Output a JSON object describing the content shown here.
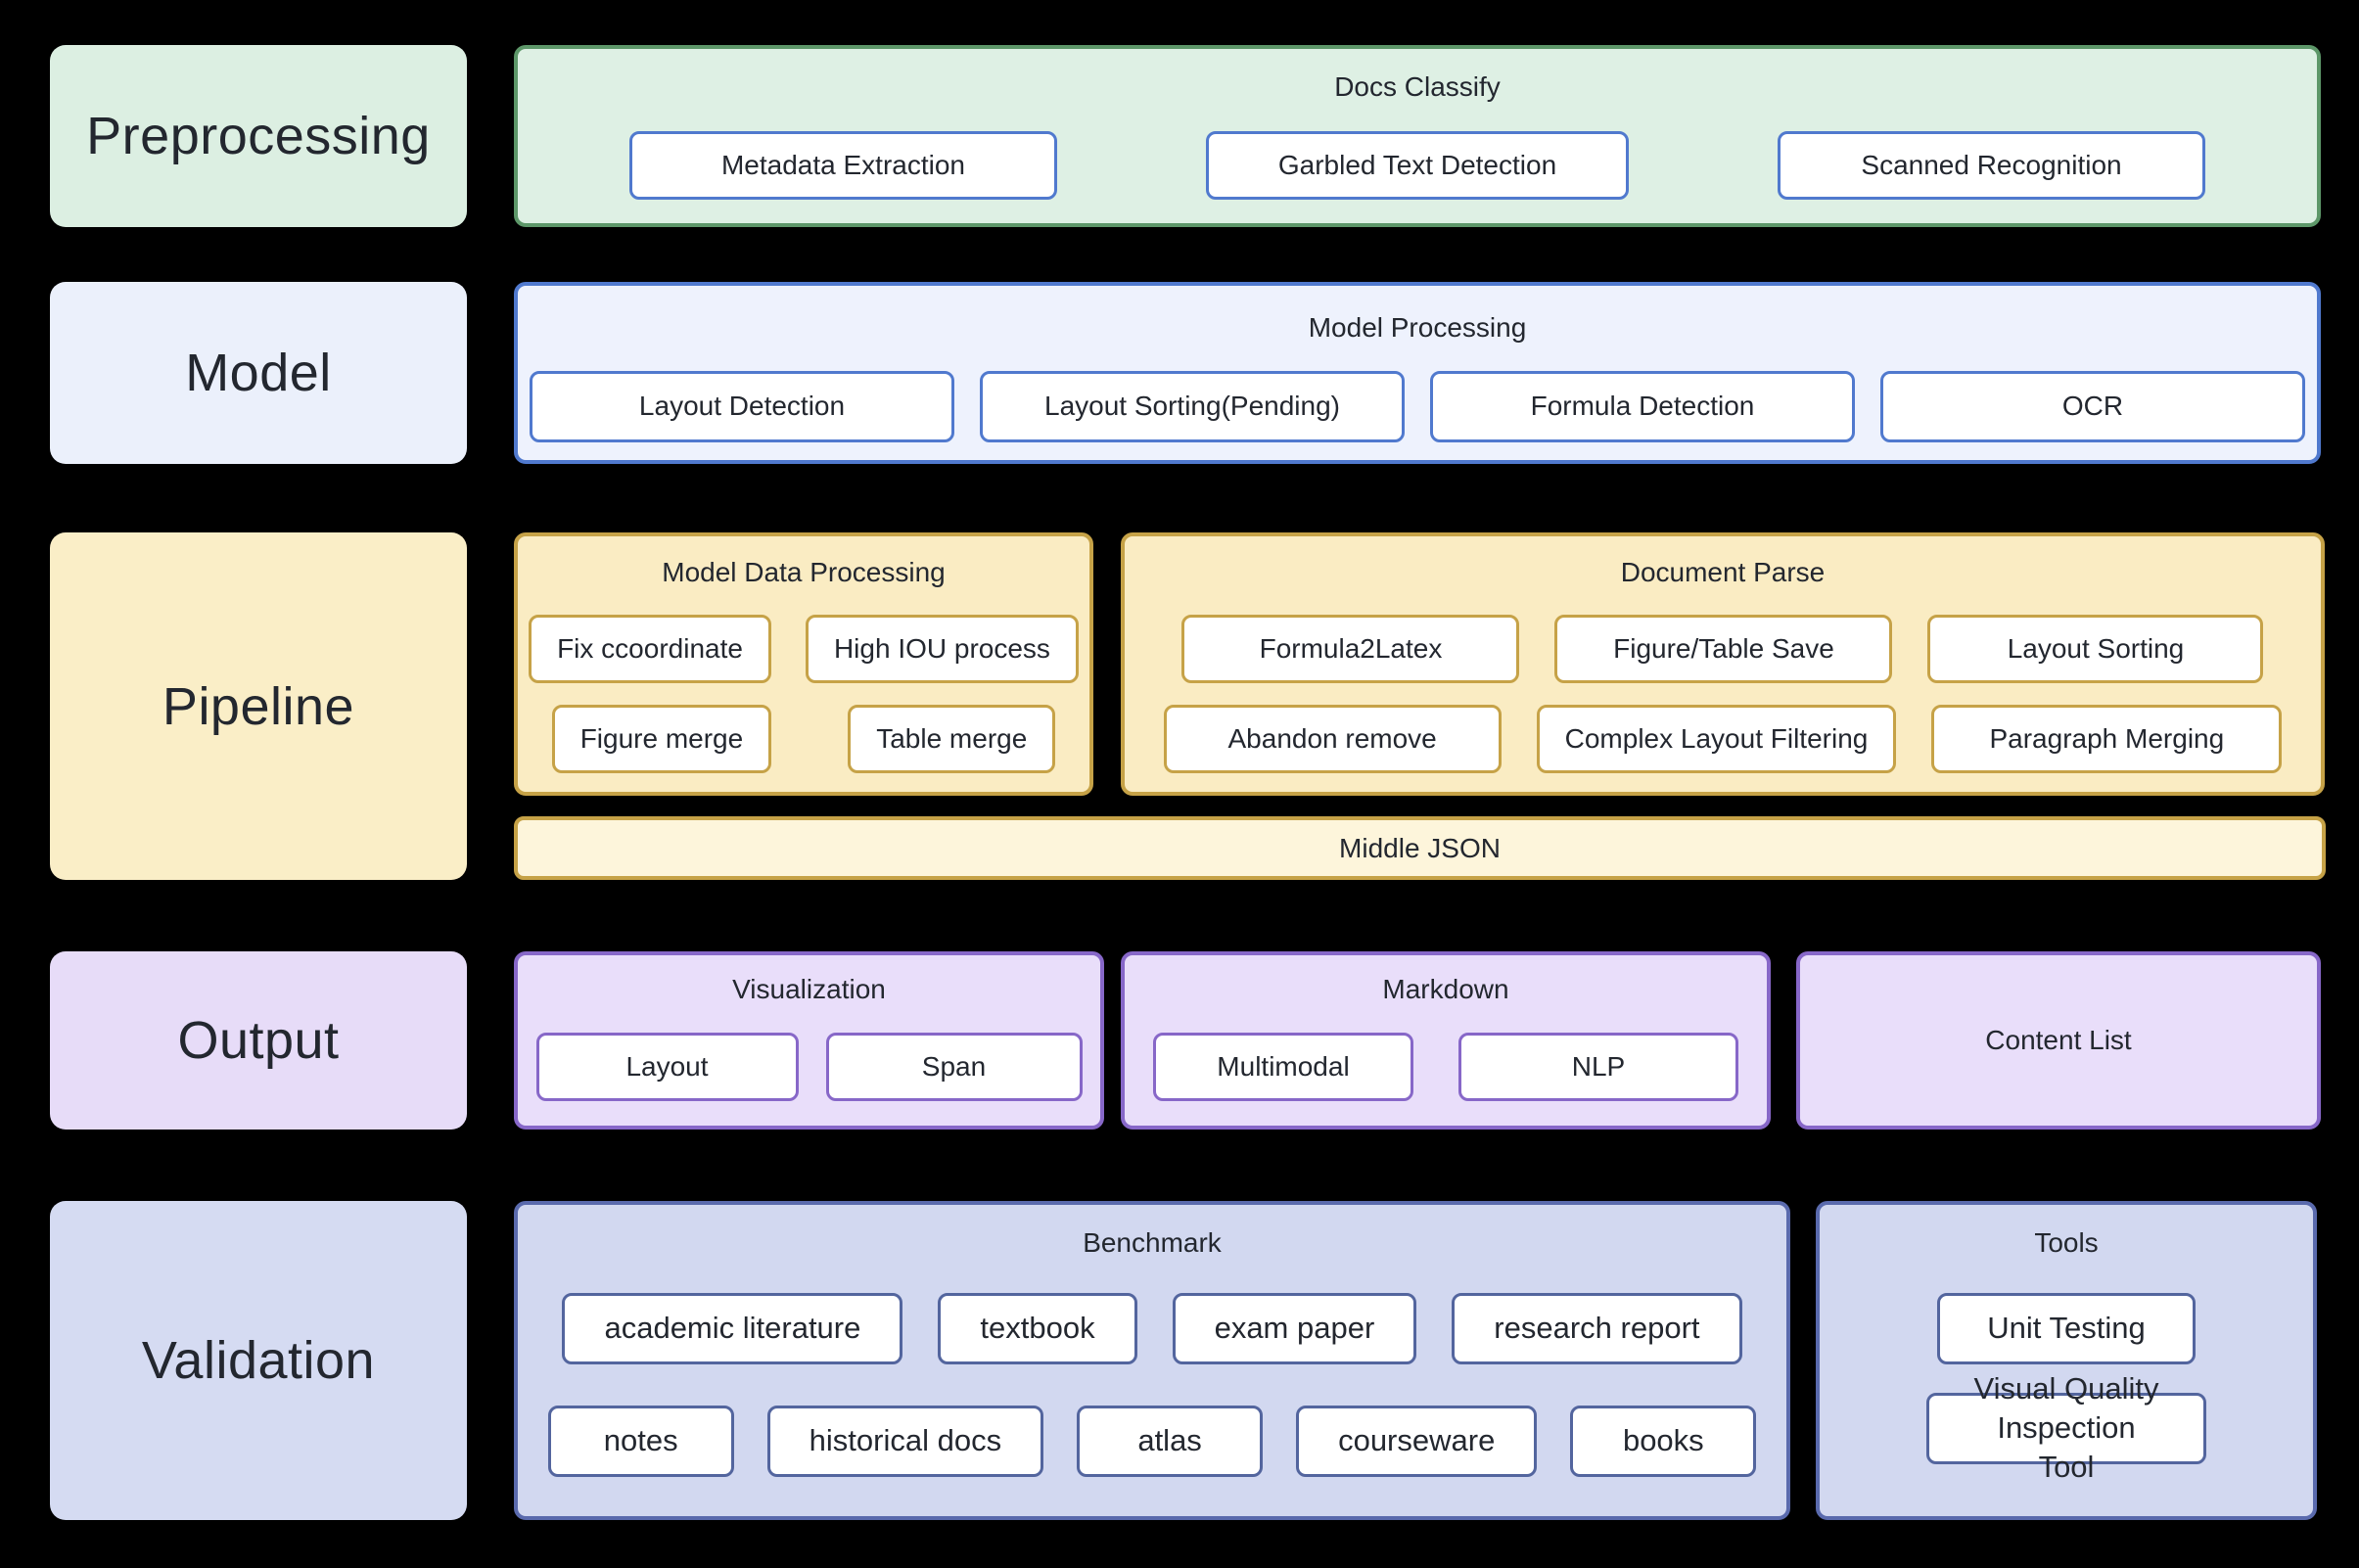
{
  "rows": [
    {
      "label": "Preprocessing",
      "panels": [
        {
          "title": "Docs Classify",
          "button_rows": [
            [
              "Metadata Extraction",
              "Garbled Text Detection",
              "Scanned Recognition"
            ]
          ]
        }
      ]
    },
    {
      "label": "Model",
      "panels": [
        {
          "title": "Model Processing",
          "button_rows": [
            [
              "Layout Detection",
              "Layout Sorting(Pending)",
              "Formula Detection",
              "OCR"
            ]
          ]
        }
      ]
    },
    {
      "label": "Pipeline",
      "panels": [
        {
          "title": "Model Data Processing",
          "button_rows": [
            [
              "Fix ccoordinate",
              "High IOU process"
            ],
            [
              "Figure merge",
              "Table merge"
            ]
          ]
        },
        {
          "title": "Document Parse",
          "button_rows": [
            [
              "Formula2Latex",
              "Figure/Table Save",
              "Layout Sorting"
            ],
            [
              "Abandon remove",
              "Complex Layout Filtering",
              "Paragraph Merging"
            ]
          ]
        }
      ],
      "bar": "Middle JSON"
    },
    {
      "label": "Output",
      "panels": [
        {
          "title": "Visualization",
          "button_rows": [
            [
              "Layout",
              "Span"
            ]
          ]
        },
        {
          "title": "Markdown",
          "button_rows": [
            [
              "Multimodal",
              "NLP"
            ]
          ]
        },
        {
          "title": "Content List",
          "button_rows": []
        }
      ]
    },
    {
      "label": "Validation",
      "panels": [
        {
          "title": "Benchmark",
          "button_rows": [
            [
              "academic literature",
              "textbook",
              "exam paper",
              "research report"
            ],
            [
              "notes",
              "historical docs",
              "atlas",
              "courseware",
              "books"
            ]
          ]
        },
        {
          "title": "Tools",
          "button_rows": [
            [
              "Unit Testing"
            ],
            [
              "Visual Quality Inspection Tool"
            ]
          ]
        }
      ]
    }
  ],
  "colors": {
    "background": "#000000",
    "text": "#23272f",
    "green_label_fill": "#dcefe2",
    "green_panel_fill": "#def0e4",
    "green_border": "#5d9769",
    "blue_label_fill": "#ebf0fb",
    "blue_panel_fill": "#eef2fd",
    "blue_border": "#5079ce",
    "yellow_label_fill": "#faeec7",
    "yellow_panel_fill": "#faecc3",
    "yellow_border": "#c6a247",
    "yellow_bar_fill": "#fdf5db",
    "purple_label_fill": "#e7dcf8",
    "purple_panel_fill": "#e9defa",
    "purple_border": "#8767c8",
    "peri_label_fill": "#d5dbf2",
    "peri_panel_fill": "#d2d8f0",
    "peri_border": "#5a6aad",
    "peri_node_border": "#53659e"
  }
}
